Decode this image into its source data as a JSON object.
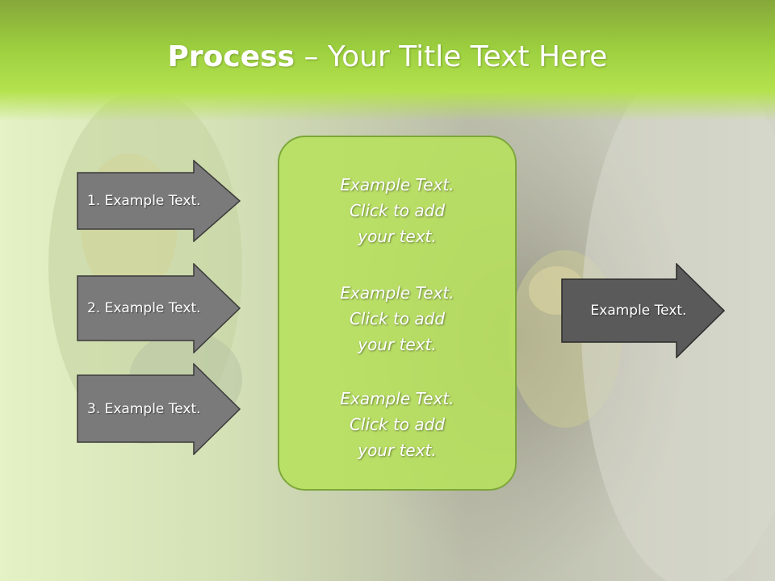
{
  "slide": {
    "title_bold": "Process",
    "title_rest": " – Your Title Text Here"
  },
  "left_arrows": [
    {
      "label": "1. Example Text."
    },
    {
      "label": "2. Example Text."
    },
    {
      "label": "3. Example Text."
    }
  ],
  "center_box": {
    "blocks": [
      {
        "line1": "Example Text.",
        "line2": "Click  to add",
        "line3": "your text."
      },
      {
        "line1": "Example Text.",
        "line2": "Click  to add",
        "line3": "your text."
      },
      {
        "line1": "Example Text.",
        "line2": "Click  to add",
        "line3": "your text."
      }
    ]
  },
  "right_arrow": {
    "label": "Example Text."
  },
  "colors": {
    "title_bar": "#9ccf3f",
    "center_box_fill": "#b7e15c",
    "center_box_border": "#7da73a",
    "left_arrow_fill": "#7a7a7a",
    "right_arrow_fill": "#5a5a5a"
  }
}
